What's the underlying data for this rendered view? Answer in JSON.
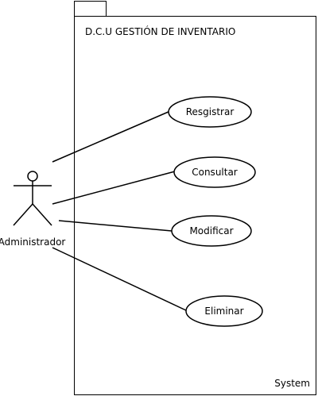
{
  "diagram": {
    "title": "D.C.U GESTIÓN DE INVENTARIO",
    "system_label": "System",
    "actor": {
      "name": "Administrador"
    },
    "use_cases": [
      {
        "label": "Resgistrar"
      },
      {
        "label": "Consultar"
      },
      {
        "label": "Modificar"
      },
      {
        "label": "Eliminar"
      }
    ],
    "colors": {
      "stroke": "#000000",
      "background": "#ffffff",
      "text": "#000000"
    }
  }
}
